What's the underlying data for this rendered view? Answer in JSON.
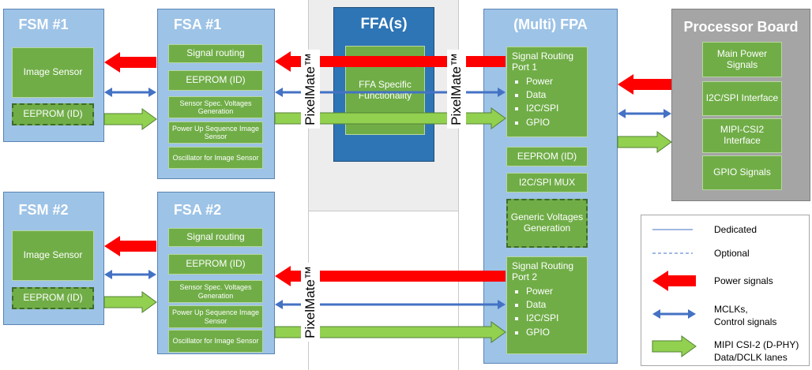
{
  "fsm1": {
    "title": "FSM #1",
    "image_sensor": "Image Sensor",
    "eeprom": "EEPROM (ID)"
  },
  "fsm2": {
    "title": "FSM #2",
    "image_sensor": "Image Sensor",
    "eeprom": "EEPROM (ID)"
  },
  "fsa1": {
    "title": "FSA #1",
    "signal_routing": "Signal routing",
    "eeprom": "EEPROM (ID)",
    "sensor_voltages": "Sensor Spec. Voltages Generation",
    "power_up": "Power Up Sequence Image Sensor",
    "oscillator": "Oscillator for Image Sensor"
  },
  "fsa2": {
    "title": "FSA #2",
    "signal_routing": "Signal routing",
    "eeprom": "EEPROM (ID)",
    "sensor_voltages": "Sensor Spec. Voltages Generation",
    "power_up": "Power Up Sequence Image Sensor",
    "oscillator": "Oscillator for Image Sensor"
  },
  "ffa": {
    "title": "FFA(s)",
    "function": "FFA Specific Functionality"
  },
  "fpa": {
    "title": "(Multi) FPA",
    "port1": {
      "title": "Signal Routing Port 1",
      "items": [
        "Power",
        "Data",
        "I2C/SPI",
        "GPIO"
      ]
    },
    "eeprom": "EEPROM (ID)",
    "mux": "I2C/SPI MUX",
    "generic_voltages": "Generic Voltages Generation",
    "port2": {
      "title": "Signal Routing Port 2",
      "items": [
        "Power",
        "Data",
        "I2C/SPI",
        "GPIO"
      ]
    }
  },
  "processor": {
    "title": "Processor Board",
    "main_power": "Main Power Signals",
    "i2c_spi": "I2C/SPI Interface",
    "mipi": "MIPI-CSI2 Interface",
    "gpio": "GPIO Signals"
  },
  "pixelmate": "PixelMate™",
  "legend": {
    "dedicated": "Dedicated",
    "optional": "Optional",
    "power": "Power signals",
    "mclk_line1": "MCLKs,",
    "mclk_line2": "Control signals",
    "mipi_line1": "MIPI CSI-2 (D-PHY)",
    "mipi_line2": "Data/DCLK lanes"
  },
  "colors": {
    "module_blue": "#9dc3e6",
    "ffa_blue": "#2e75b6",
    "block_green": "#70ad47",
    "processor_gray": "#a5a5a5",
    "power_red": "#ff0000",
    "control_blue": "#4472c4",
    "data_green": "#92d050"
  }
}
